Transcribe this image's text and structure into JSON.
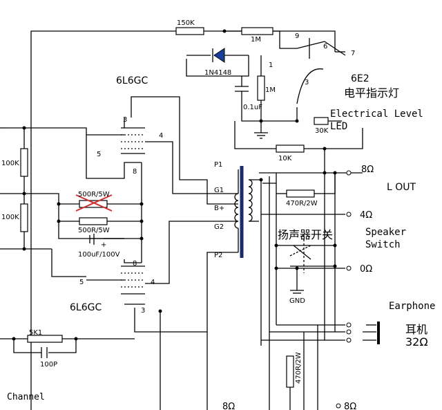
{
  "tubes": {
    "upper_name": "6L6GC",
    "lower_name": "6L6GC",
    "pin3": "3",
    "pin4": "4",
    "pin5": "5",
    "pin8": "8"
  },
  "resistors": {
    "r_150k": "150K",
    "r_1m_top": "1M",
    "r_1m_mid": "1M",
    "r_30k": "30K",
    "r_10k": "10K",
    "r_100k_upper": "100K",
    "r_100k_lower": "100K",
    "r_500_crossed": "500R/5W",
    "r_500": "500R/5W",
    "r_470_out": "470R/2W",
    "r_470_vert": "470R/2W",
    "r_5k1": "5K1"
  },
  "capacitors": {
    "c_01uf": "0.1uF",
    "c_100uf": "100uF/100V",
    "c_100p": "100P",
    "c_plus": "+"
  },
  "diode": {
    "name": "1N4148"
  },
  "switch_pins": {
    "p1": "1",
    "p3": "3",
    "p6": "6",
    "p7": "7",
    "p9": "9"
  },
  "transformer": {
    "p1": "P1",
    "g1": "G1",
    "bplus": "B+",
    "g2": "G2",
    "p2": "P2"
  },
  "outputs": {
    "o8": "8Ω",
    "o4": "4Ω",
    "o0": "0Ω",
    "l_out": "L OUT",
    "o8_b1": "8Ω",
    "o8_b2": "8Ω"
  },
  "meter": {
    "code": "6E2",
    "cn": "电平指示灯",
    "en_line1": "Electrical Level",
    "en_line2": "LED"
  },
  "speaker_switch": {
    "cn": "扬声器开关",
    "en_line1": "Speaker",
    "en_line2": "Switch"
  },
  "ground": {
    "label": "GND"
  },
  "earphone": {
    "en": "Earphone",
    "cn": "耳机",
    "ohms": "32Ω"
  },
  "channel": {
    "label": "Channel"
  }
}
